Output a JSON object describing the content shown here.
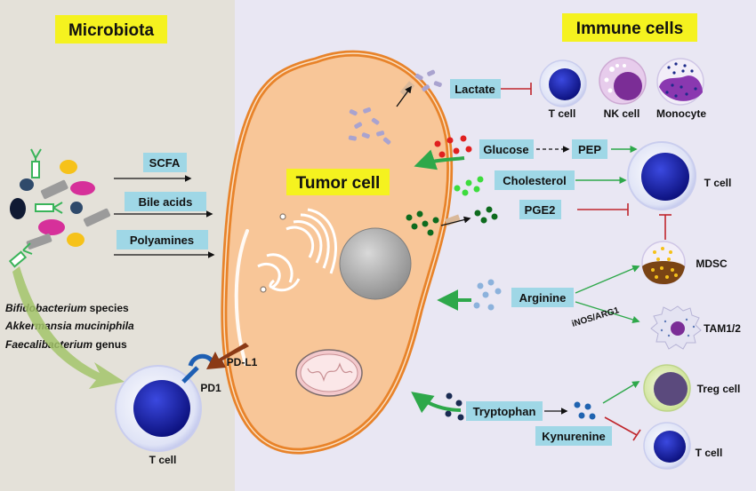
{
  "colors": {
    "left_panel": "#e4e1d9",
    "right_panel": "#e9e7f3",
    "title_highlight": "#f5f21f",
    "label_box": "#9fd7e6",
    "tumor_fill": "#f8c698",
    "tumor_border": "#e8832a",
    "t_cell_nucleus": "#1a1f9c",
    "inhibit_red": "#c0262c",
    "activate_green": "#2ea84a"
  },
  "panels": {
    "microbiota_title": "Microbiota",
    "immune_title": "Immune cells"
  },
  "tumor": {
    "label": "Tumor cell"
  },
  "microbiota": {
    "metabolites": [
      "SCFA",
      "Bile acids",
      "Polyamines"
    ],
    "species": [
      {
        "name": "Bifidobacterium",
        "suffix": " species"
      },
      {
        "name": "Akkermansia muciniphila",
        "suffix": ""
      },
      {
        "name": "Faecalibacterium",
        "suffix": " genus"
      }
    ]
  },
  "checkpoint": {
    "ligand": "PD-L1",
    "receptor": "PD1",
    "t_cell": "T cell"
  },
  "metabolites": {
    "lactate": "Lactate",
    "glucose": "Glucose",
    "pep": "PEP",
    "cholesterol": "Cholesterol",
    "pge2": "PGE2",
    "arginine": "Arginine",
    "inos_arg1": "iNOS/ARG1",
    "tryptophan": "Tryptophan",
    "kynurenine": "Kynurenine"
  },
  "immune_cells": {
    "t_cell_top": "T cell",
    "nk_cell": "NK cell",
    "monocyte": "Monocyte",
    "t_cell_mid": "T cell",
    "mdsc": "MDSC",
    "tam": "TAM1/2",
    "treg": "Treg cell",
    "t_cell_bottom": "T cell"
  }
}
